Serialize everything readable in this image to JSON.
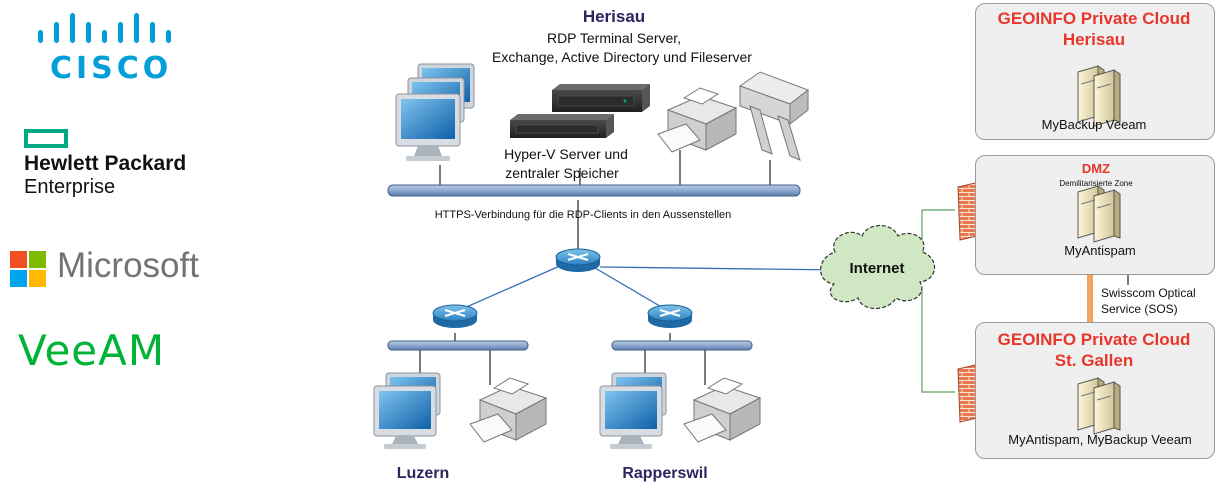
{
  "logos": {
    "cisco": "CISCO",
    "hpe_line1": "Hewlett Packard",
    "hpe_line2": "Enterprise",
    "microsoft": "Microsoft",
    "veeam": "VeeAM"
  },
  "herisau": {
    "title": "Herisau",
    "line1": "RDP Terminal Server,",
    "line2": "Exchange, Active Directory und Fileserver",
    "hyperv1": "Hyper-V Server und",
    "hyperv2": "zentraler Speicher",
    "https_label": "HTTPS-Verbindung für die RDP-Clients in den Aussenstellen"
  },
  "branches": {
    "luzern": "Luzern",
    "rapperswil": "Rapperswil"
  },
  "internet": {
    "label": "Internet"
  },
  "clouds": {
    "herisau": {
      "title1": "GEOINFO Private Cloud",
      "title2": "Herisau",
      "label": "MyBackup Veeam"
    },
    "dmz": {
      "title": "DMZ",
      "subtitle": "Demilitarisierte Zone",
      "label": "MyAntispam"
    },
    "stgallen": {
      "title1": "GEOINFO Private Cloud",
      "title2": "St. Gallen",
      "label": "MyAntispam, MyBackup Veeam"
    }
  },
  "link": {
    "line1": "Swisscom Optical",
    "line2": "Service (SOS)"
  },
  "colors": {
    "cisco_blue": "#049fd9",
    "hpe_green": "#01a982",
    "veeam_green": "#00b336",
    "site_title": "#2b2560",
    "cloud_title": "#e8362b",
    "bus_blue": "#6f8fb8",
    "sos_orange": "#f4a460"
  }
}
